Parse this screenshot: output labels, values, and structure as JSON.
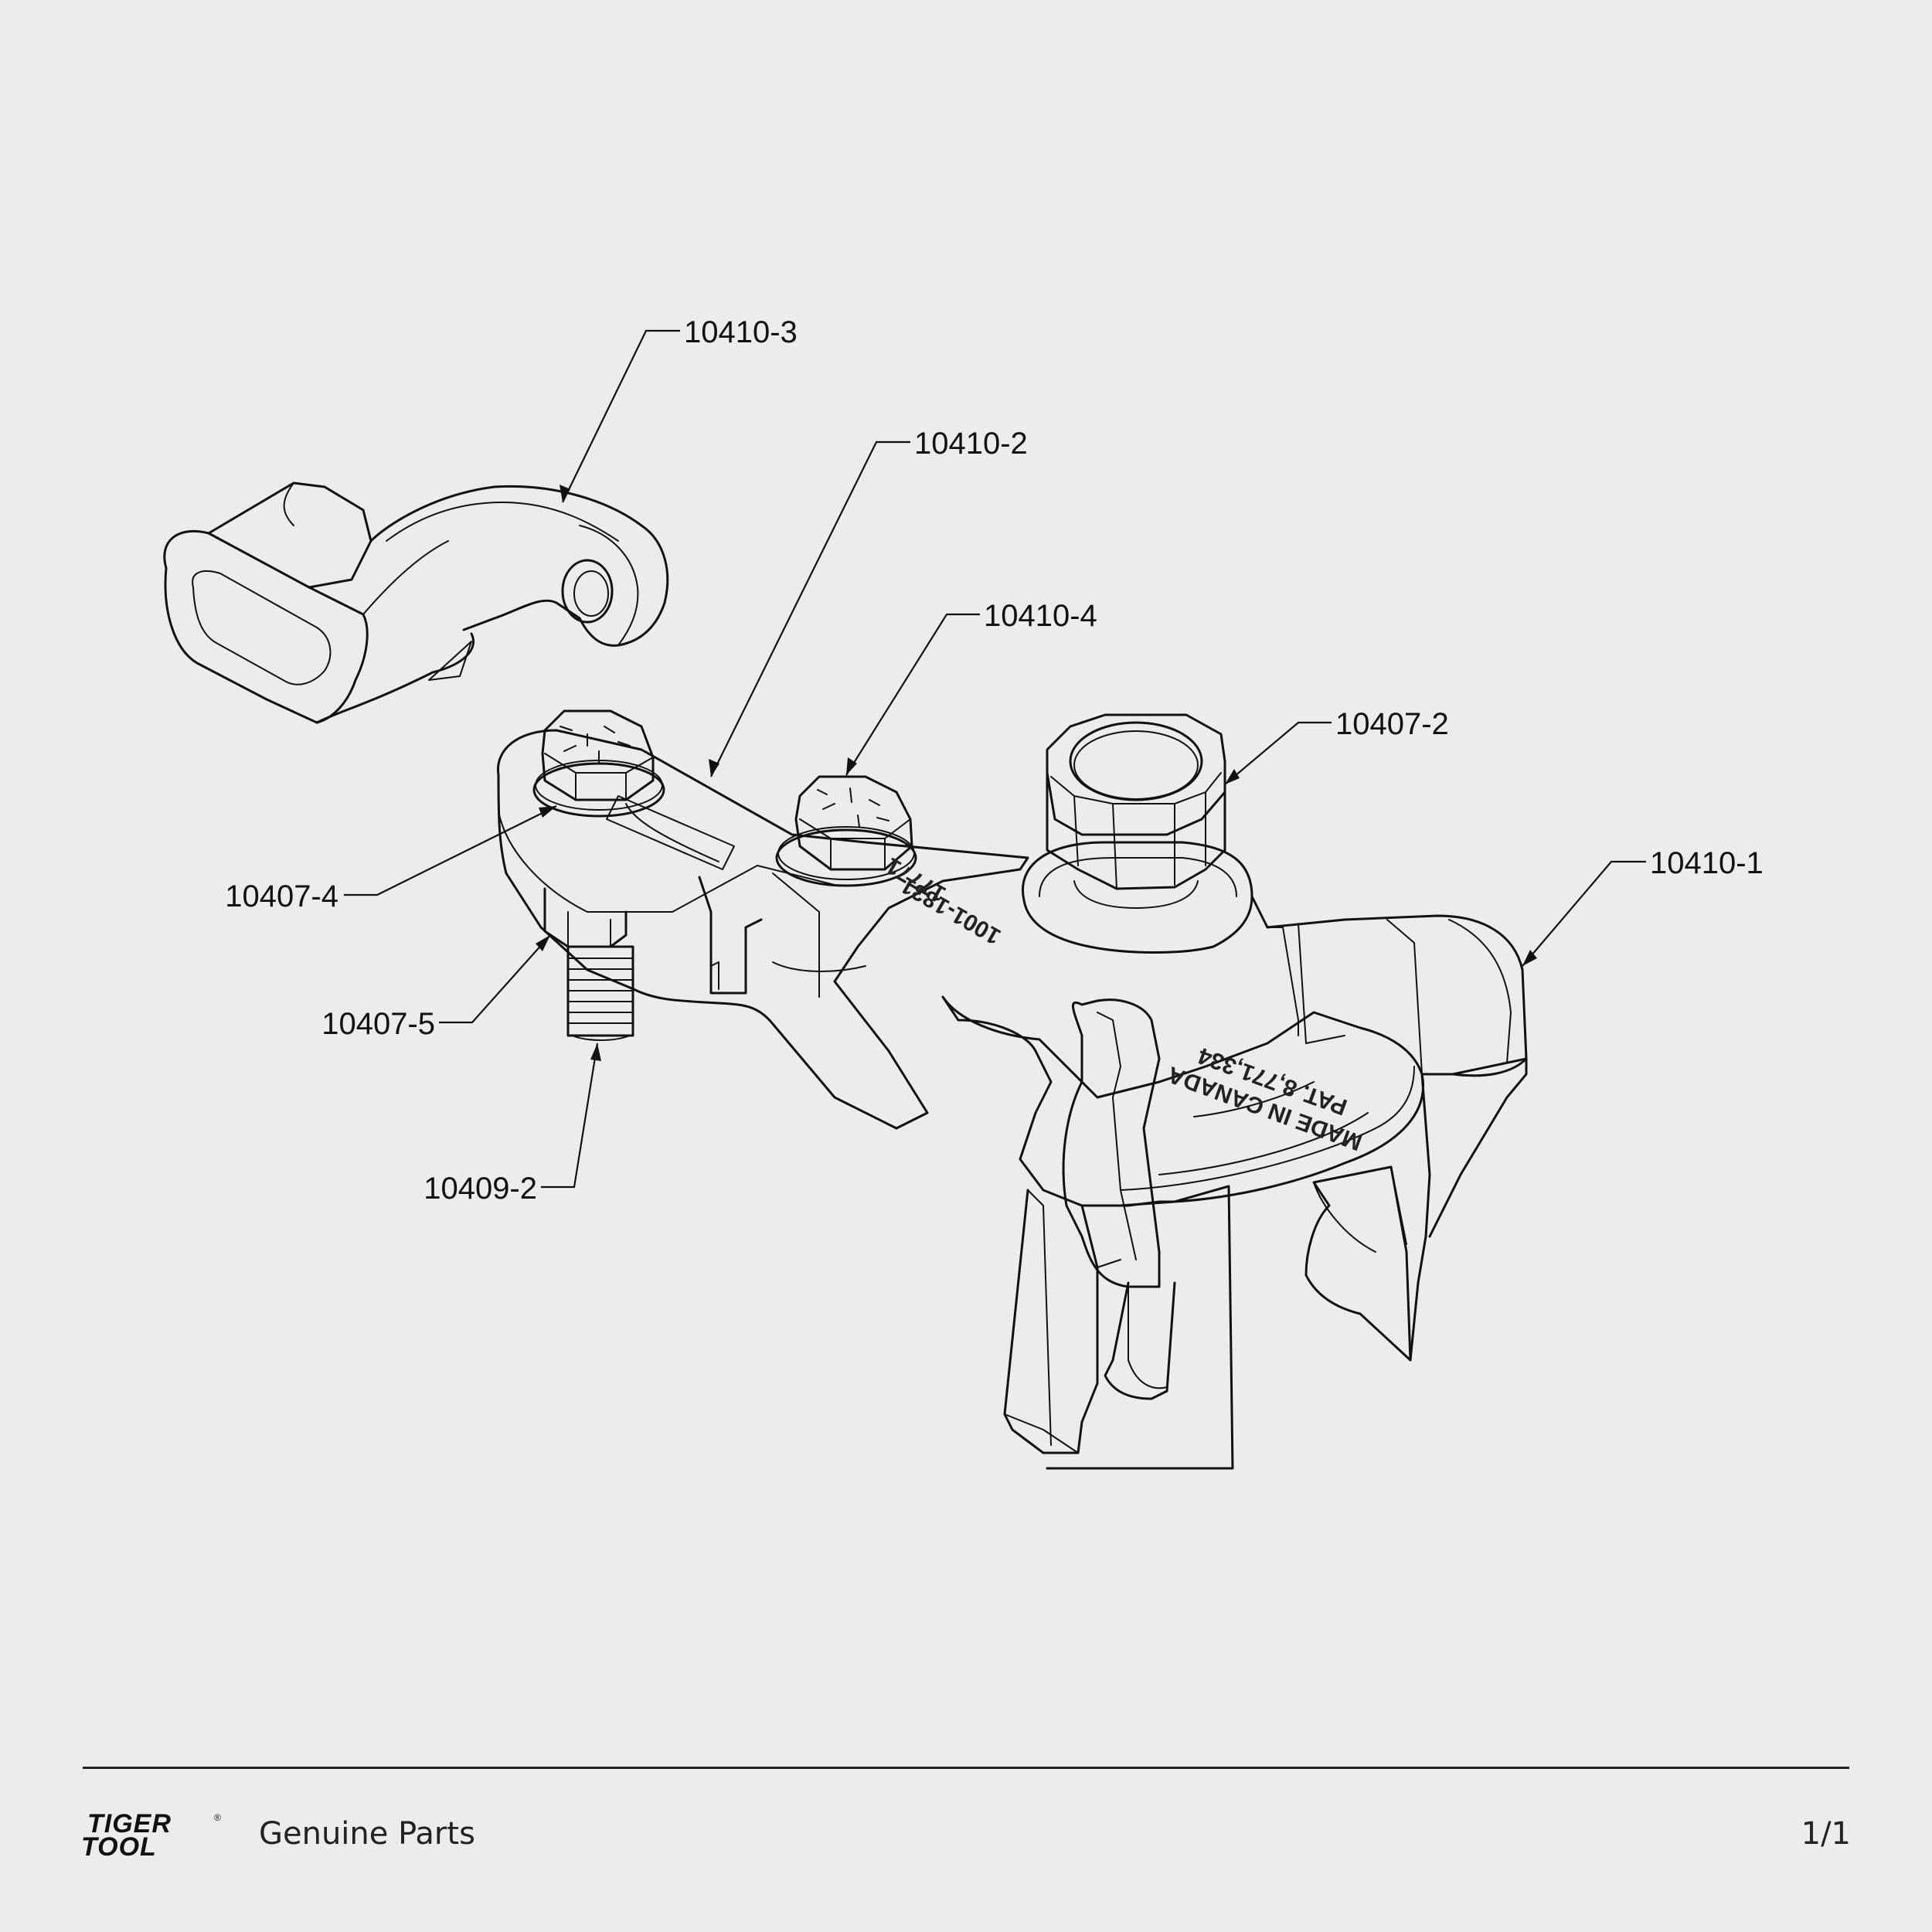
{
  "callouts": {
    "c_10410_3": "10410-3",
    "c_10410_2": "10410-2",
    "c_10410_4": "10410-4",
    "c_10407_2": "10407-2",
    "c_10410_1": "10410-1",
    "c_10407_4": "10407-4",
    "c_10407_5": "10407-5",
    "c_10409_2": "10409-2"
  },
  "stamps": {
    "plate_line1": "17771",
    "plate_line2": "1001-1831",
    "body_line1": "MADE IN CANADA",
    "body_line2": "PAT. 8,771,334"
  },
  "footer": {
    "brand_line1": "TIGER",
    "brand_line2": "TOOL",
    "brand_reg": "®",
    "caption": "Genuine Parts",
    "page": "1/1"
  }
}
